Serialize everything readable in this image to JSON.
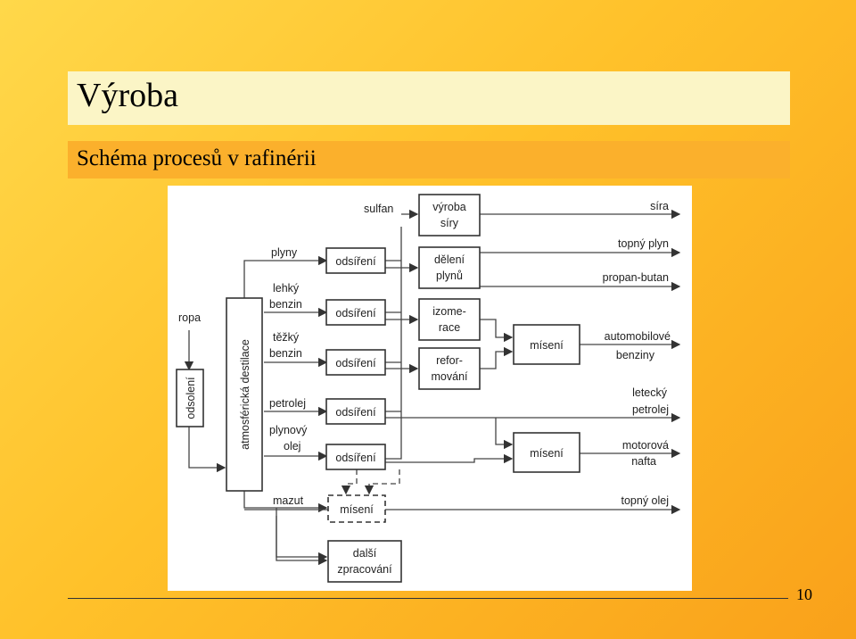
{
  "slide": {
    "title": "Výroba",
    "subtitle": "Schéma procesů v rafinérii",
    "page_number": "10"
  },
  "diagram": {
    "inputs": {
      "crude": "ropa"
    },
    "units": {
      "desalting": "odsolení",
      "distillation": "atmosférická destilace",
      "desulf": "odsíření",
      "sulfur_prod": [
        "výroba",
        "síry"
      ],
      "gas_split": [
        "dělení",
        "plynů"
      ],
      "isomer": [
        "izome-",
        "race"
      ],
      "reform": [
        "refor-",
        "mování"
      ],
      "blend": "mísení",
      "further": [
        "další",
        "zpracování"
      ]
    },
    "streams": {
      "gases": "plyny",
      "light_naphtha": [
        "lehký",
        "benzin"
      ],
      "heavy_naphtha": [
        "těžký",
        "benzin"
      ],
      "kerosene": "petrolej",
      "gas_oil": [
        "plynový",
        "olej"
      ],
      "residue": "mazut",
      "h2s": "sulfan"
    },
    "products": {
      "sulfur": "síra",
      "fuel_gas": "topný plyn",
      "lpg": "propan-butan",
      "gasoline": [
        "automobilové",
        "benziny"
      ],
      "jet": [
        "letecký",
        "petrolej"
      ],
      "diesel": [
        "motorová",
        "nafta"
      ],
      "fuel_oil": "topný olej"
    }
  }
}
